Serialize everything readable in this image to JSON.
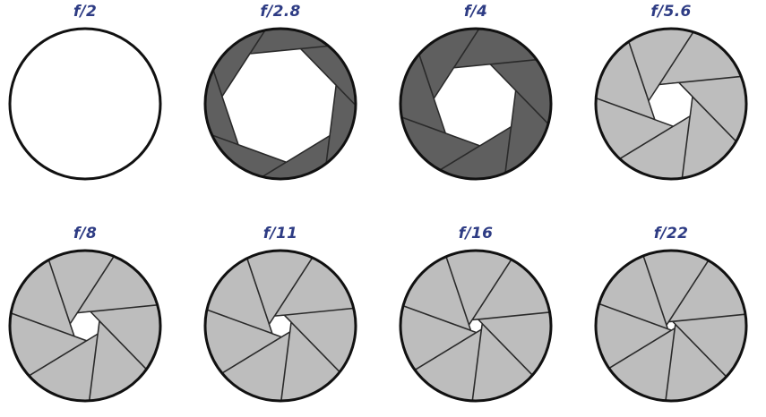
{
  "colors": {
    "label": "#2e3c84",
    "outline": "#111111",
    "dark_blade": "#5f5f5f",
    "light_blade": "#bdbdbd",
    "open": "#ffffff"
  },
  "apertures": [
    {
      "label": "f/2",
      "blades": 0,
      "opening": 1.0,
      "shade": "open"
    },
    {
      "label": "f/2.8",
      "blades": 7,
      "opening": 0.78,
      "shade": "dark"
    },
    {
      "label": "f/4",
      "blades": 7,
      "opening": 0.56,
      "shade": "dark"
    },
    {
      "label": "f/5.6",
      "blades": 7,
      "opening": 0.3,
      "shade": "light"
    },
    {
      "label": "f/8",
      "blades": 7,
      "opening": 0.2,
      "shade": "light"
    },
    {
      "label": "f/11",
      "blades": 7,
      "opening": 0.15,
      "shade": "light"
    },
    {
      "label": "f/16",
      "blades": 7,
      "opening": 0.09,
      "shade": "light"
    },
    {
      "label": "f/22",
      "blades": 7,
      "opening": 0.06,
      "shade": "light"
    }
  ]
}
